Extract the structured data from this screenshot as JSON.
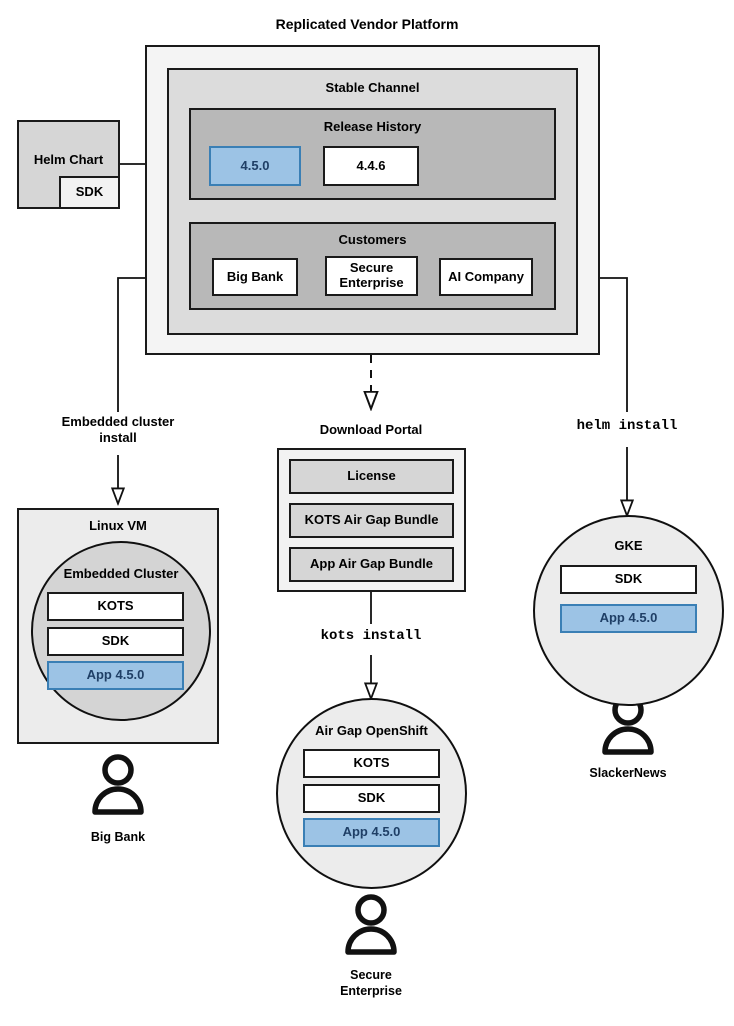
{
  "diagram": {
    "title": "Replicated Vendor Platform",
    "accent_blue_fill": "#9cc3e5",
    "accent_blue_border": "#3a7fb5",
    "accent_blue_text": "#1f3f66"
  },
  "source": {
    "helm_chart_label": "Helm Chart",
    "sdk_label": "SDK"
  },
  "platform": {
    "channel_title": "Stable Channel",
    "release_history": {
      "title": "Release History",
      "releases": [
        {
          "version": "4.5.0",
          "highlighted": true
        },
        {
          "version": "4.4.6",
          "highlighted": false
        }
      ]
    },
    "customers": {
      "title": "Customers",
      "items": [
        {
          "name": "Big Bank"
        },
        {
          "name": "Secure\nEnterprise"
        },
        {
          "name": "AI Company"
        }
      ]
    }
  },
  "download_portal": {
    "title": "Download Portal",
    "assets": [
      "License",
      "KOTS Air Gap Bundle",
      "App Air Gap Bundle"
    ]
  },
  "flows": {
    "embedded_cluster_install": "Embedded cluster\ninstall",
    "kots_install": "kots install",
    "helm_install": "helm install"
  },
  "environments": [
    {
      "id": "linux-vm",
      "shell_title": "Linux VM",
      "inner_title": "Embedded Cluster",
      "components": [
        {
          "label": "KOTS",
          "highlighted": false
        },
        {
          "label": "SDK",
          "highlighted": false
        },
        {
          "label": "App 4.5.0",
          "highlighted": true
        }
      ],
      "customer": "Big Bank"
    },
    {
      "id": "air-gap-openshift",
      "shell_title": "Air Gap OpenShift",
      "components": [
        {
          "label": "KOTS",
          "highlighted": false
        },
        {
          "label": "SDK",
          "highlighted": false
        },
        {
          "label": "App 4.5.0",
          "highlighted": true
        }
      ],
      "customer": "Secure\nEnterprise"
    },
    {
      "id": "gke",
      "shell_title": "GKE",
      "components": [
        {
          "label": "SDK",
          "highlighted": false
        },
        {
          "label": "App 4.5.0",
          "highlighted": true
        }
      ],
      "customer": "SlackerNews"
    }
  ]
}
